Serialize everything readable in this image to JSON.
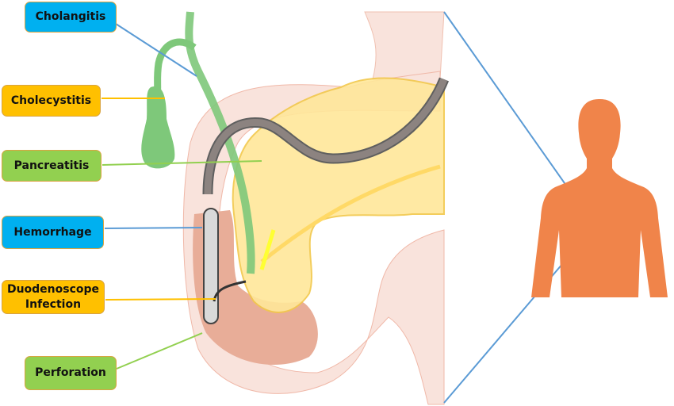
{
  "labels": {
    "cholangitis": "Cholangitis",
    "cholecystitis": "Cholecystitis",
    "pancreatitis": "Pancreatitis",
    "hemorrhage": "Hemorrhage",
    "duodenoscope_infection_line1": "Duodenoscope",
    "duodenoscope_infection_line2": "Infection",
    "perforation": "Perforation"
  },
  "colors": {
    "blue": "#00b0f0",
    "orange": "#ffc000",
    "green": "#92d050",
    "body": "#f0844a",
    "pointer_blue": "#5b9bd5"
  }
}
